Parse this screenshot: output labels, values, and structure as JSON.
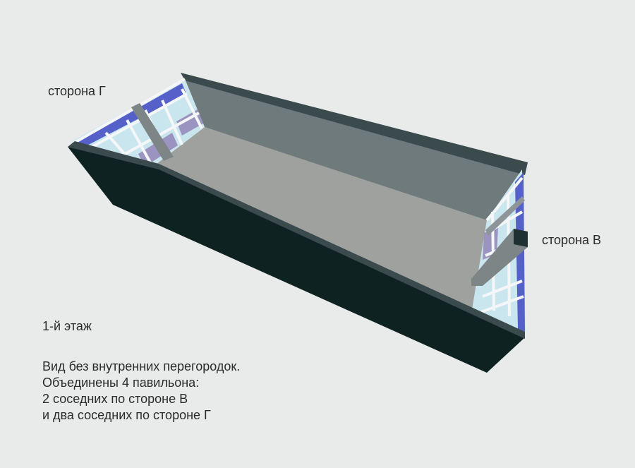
{
  "labels": {
    "side_g": "сторона Г",
    "side_v": "сторона В",
    "floor": "1-й этаж"
  },
  "description": [
    "Вид без внутренних перегородок.",
    "Объединены 4 павильона:",
    "2 соседних по стороне В",
    "и два соседних по стороне Г"
  ],
  "colors": {
    "background": "#e9ebea",
    "floor": "#9fa19f",
    "back_wall": "#6f7a7d",
    "front_wall": "#0e2222",
    "top_edge": "#3b4a4c",
    "glass": "#c9e6ef",
    "glass_blue": "#5561c9",
    "glass_purple": "#9b93c0",
    "frame": "#f4f6f7",
    "beam": "#7e8587"
  }
}
